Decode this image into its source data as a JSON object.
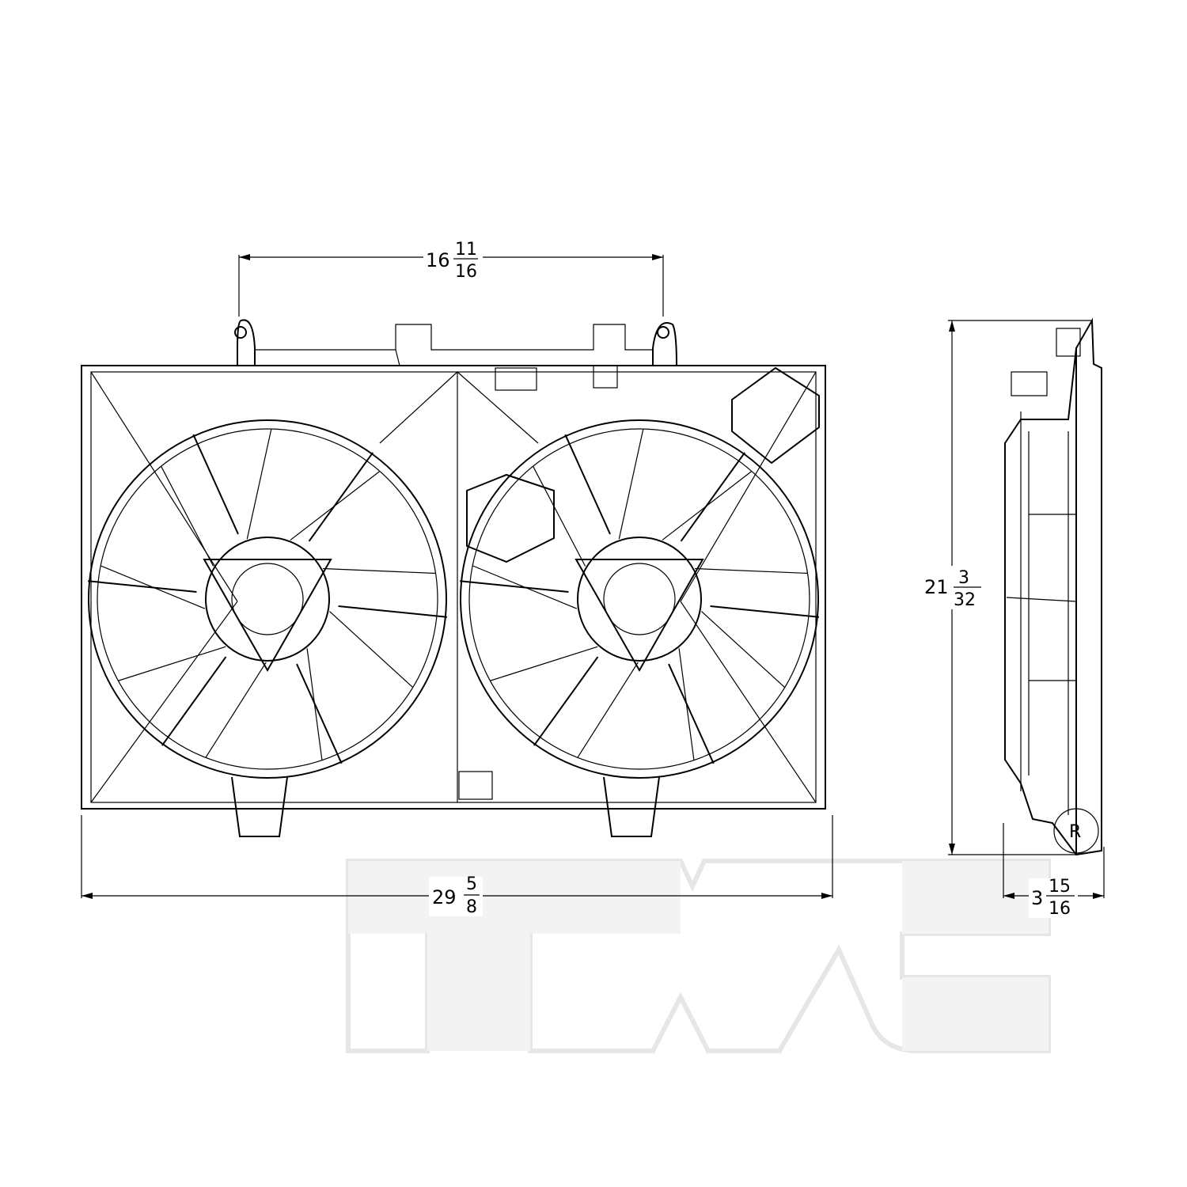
{
  "drawing": {
    "watermark": "TYC",
    "registered_mark": "R",
    "dimensions": {
      "fan_mount_spacing": {
        "whole": "16",
        "numerator": "11",
        "denominator": "16"
      },
      "overall_width": {
        "whole": "29",
        "numerator": "5",
        "denominator": "8"
      },
      "overall_height": {
        "whole": "21",
        "numerator": "3",
        "denominator": "32"
      },
      "depth": {
        "whole": "3",
        "numerator": "15",
        "denominator": "16"
      }
    },
    "line_color": "#000000",
    "watermark_color": "#ececec"
  }
}
